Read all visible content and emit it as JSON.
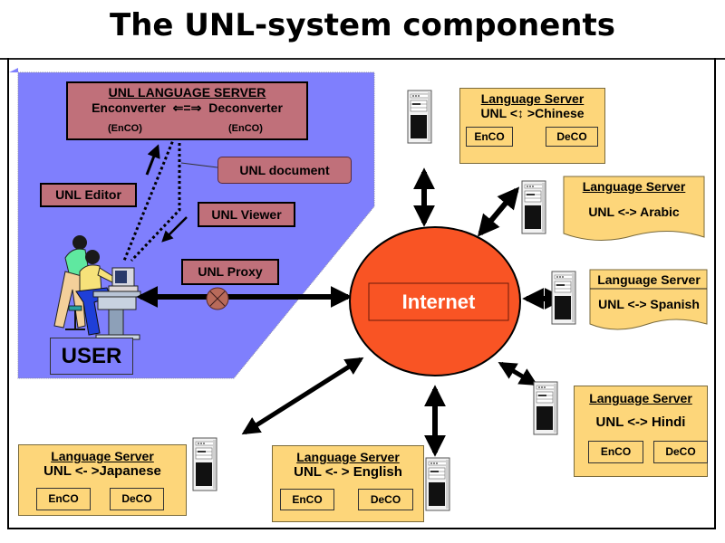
{
  "title": "The UNL-system components",
  "user_side": {
    "language_server": {
      "heading": "UNL LANGUAGE SERVER",
      "enconverter": "Enconverter",
      "arrow": "⇐=⇒",
      "deconverter": "Deconverter",
      "enco_left": "(EnCO)",
      "enco_right": "(EnCO)"
    },
    "unl_document": "UNL document",
    "unl_editor": "UNL Editor",
    "unl_viewer": "UNL Viewer",
    "unl_proxy": "UNL Proxy",
    "user_label": "USER"
  },
  "internet_label": "Internet",
  "servers": [
    {
      "id": "chinese",
      "heading": "Language Server",
      "pair": "UNL <-> Chinese",
      "pair_display": "UNL <↕ >Chinese",
      "enco": "EnCO",
      "deco": "DeCO"
    },
    {
      "id": "arabic",
      "heading": "Language Server",
      "pair": "UNL <-> Arabic"
    },
    {
      "id": "spanish",
      "heading": "Language Server",
      "pair": "UNL <-> Spanish"
    },
    {
      "id": "hindi",
      "heading": "Language Server",
      "pair": "UNL <-> Hindi",
      "enco": "EnCO",
      "deco": "DeCO"
    },
    {
      "id": "english",
      "heading": "Language Server",
      "pair": "UNL <- > English",
      "enco": "EnCO",
      "deco": "DeCO"
    },
    {
      "id": "japanese",
      "heading": "Language Server",
      "pair": "UNL <- >Japanese",
      "enco": "EnCO",
      "deco": "DeCO"
    }
  ],
  "colors": {
    "user_region": "#7f7ffd",
    "rose_box": "#c0707a",
    "internet": "#f95424",
    "server_box": "#fdd67a"
  }
}
